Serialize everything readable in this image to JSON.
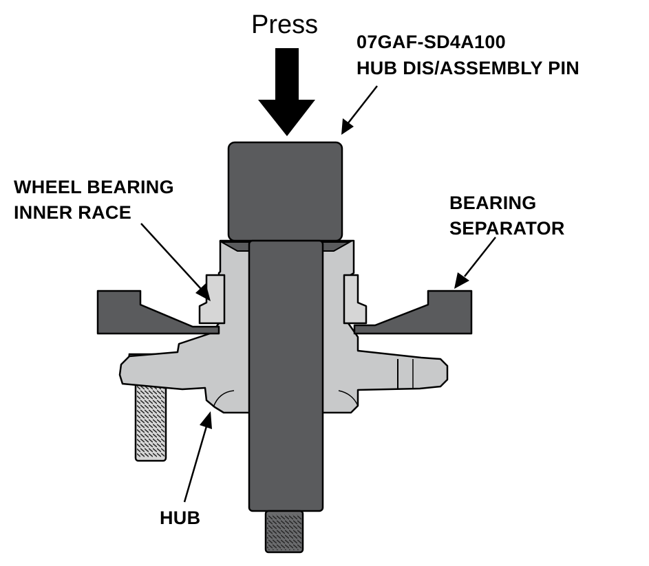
{
  "labels": {
    "press": "Press",
    "tool_part_number": "07GAF-SD4A100",
    "tool_name": "HUB  DIS/ASSEMBLY PIN",
    "inner_race_line1": "WHEEL BEARING",
    "inner_race_line2": "INNER RACE",
    "separator_line1": "BEARING",
    "separator_line2": "SEPARATOR",
    "hub": "HUB"
  },
  "colors": {
    "pin": "#5a5b5d",
    "separator": "#5a5b5d",
    "hub": "#c8c9ca",
    "outline": "#000000",
    "background": "#ffffff"
  }
}
